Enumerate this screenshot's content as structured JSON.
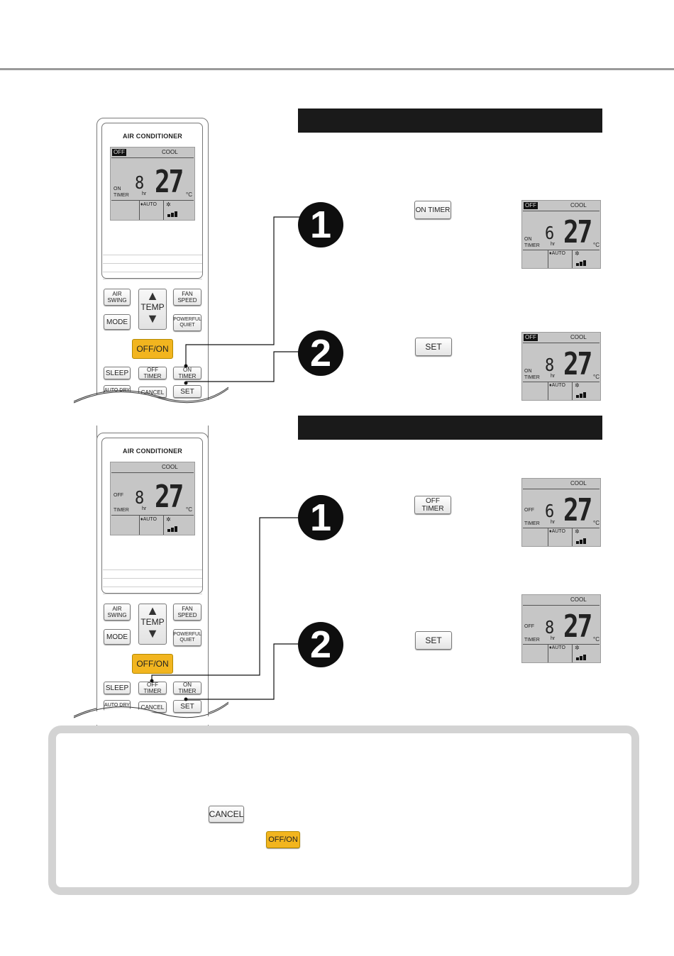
{
  "sections": [
    {
      "remote": {
        "title": "AIR CONDITIONER",
        "lcd": {
          "off_tag": "OFF",
          "mode": "COOL",
          "timer_top": "ON",
          "timer_bottom": "TIMER",
          "hours": "8",
          "hr_label": "hr",
          "temp": "27",
          "unit": "°C",
          "auto": "♦AUTO",
          "fan": "✲"
        },
        "buttons": {
          "air_swing": "AIR SWING",
          "temp": "TEMP",
          "fan_speed": "FAN SPEED",
          "mode": "MODE",
          "powerful_quiet": "POWERFUL QUIET",
          "off_on": "OFF/ON",
          "sleep": "SLEEP",
          "off_timer": "OFF TIMER",
          "on_timer": "ON TIMER",
          "auto_dry": "AUTO DRY",
          "cancel": "CANCEL",
          "set": "SET"
        }
      },
      "steps": [
        {
          "number": "1",
          "button": "ON TIMER",
          "lcd": {
            "off_tag": "OFF",
            "mode": "COOL",
            "timer_top": "ON",
            "timer_bottom": "TIMER",
            "hours": "6",
            "hr_label": "hr",
            "temp": "27",
            "unit": "°C",
            "auto": "♦AUTO",
            "fan": "✲"
          }
        },
        {
          "number": "2",
          "button": "SET",
          "lcd": {
            "off_tag": "OFF",
            "mode": "COOL",
            "timer_top": "ON",
            "timer_bottom": "TIMER",
            "hours": "8",
            "hr_label": "hr",
            "temp": "27",
            "unit": "°C",
            "auto": "♦AUTO",
            "fan": "✲"
          }
        }
      ]
    },
    {
      "remote": {
        "title": "AIR CONDITIONER",
        "lcd": {
          "off_tag": "",
          "mode": "COOL",
          "timer_top": "OFF",
          "timer_bottom": "TIMER",
          "hours": "8",
          "hr_label": "hr",
          "temp": "27",
          "unit": "°C",
          "auto": "♦AUTO",
          "fan": "✲"
        },
        "buttons": {
          "air_swing": "AIR SWING",
          "temp": "TEMP",
          "fan_speed": "FAN SPEED",
          "mode": "MODE",
          "powerful_quiet": "POWERFUL QUIET",
          "off_on": "OFF/ON",
          "sleep": "SLEEP",
          "off_timer": "OFF TIMER",
          "on_timer": "ON TIMER",
          "auto_dry": "AUTO DRY",
          "cancel": "CANCEL",
          "set": "SET"
        }
      },
      "steps": [
        {
          "number": "1",
          "button": "OFF TIMER",
          "lcd": {
            "off_tag": "",
            "mode": "COOL",
            "timer_top": "OFF",
            "timer_bottom": "TIMER",
            "hours": "6",
            "hr_label": "hr",
            "temp": "27",
            "unit": "°C",
            "auto": "♦AUTO",
            "fan": "✲"
          }
        },
        {
          "number": "2",
          "button": "SET",
          "lcd": {
            "off_tag": "",
            "mode": "COOL",
            "timer_top": "OFF",
            "timer_bottom": "TIMER",
            "hours": "8",
            "hr_label": "hr",
            "temp": "27",
            "unit": "°C",
            "auto": "♦AUTO",
            "fan": "✲"
          }
        }
      ]
    }
  ],
  "note": {
    "cancel_button": "CANCEL",
    "offon_button": "OFF/ON"
  },
  "colors": {
    "offon": "#f2b51f",
    "lcd": "#c6c6c6",
    "bar": "#1a1a1a",
    "note_border": "#d3d3d3"
  }
}
